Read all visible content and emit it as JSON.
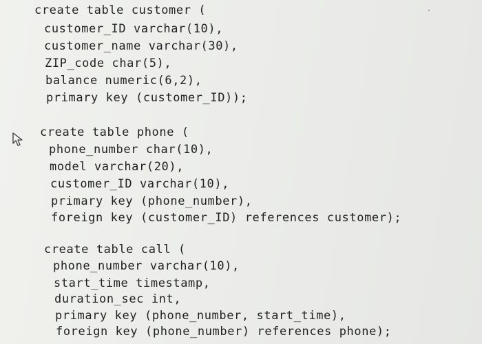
{
  "code": {
    "customer_table": [
      "create table customer (",
      "customer_ID varchar(10),",
      "customer_name varchar(30),",
      "ZIP_code char(5),",
      "balance numeric(6,2),",
      "primary key (customer_ID));"
    ],
    "phone_table": [
      "create table phone (",
      "phone_number char(10),",
      "model varchar(20),",
      "customer_ID varchar(10),",
      "primary key (phone_number),",
      "foreign key (customer_ID) references customer);"
    ],
    "call_table": [
      "create table call (",
      "phone_number varchar(10),",
      "start_time timestamp,",
      "duration_sec int,",
      "primary key (phone_number, start_time),",
      "foreign key (phone_number) references phone);"
    ]
  },
  "cursor": {
    "icon": "mouse-pointer-icon"
  },
  "colors": {
    "text": "#222222",
    "background": "#ecedea"
  }
}
